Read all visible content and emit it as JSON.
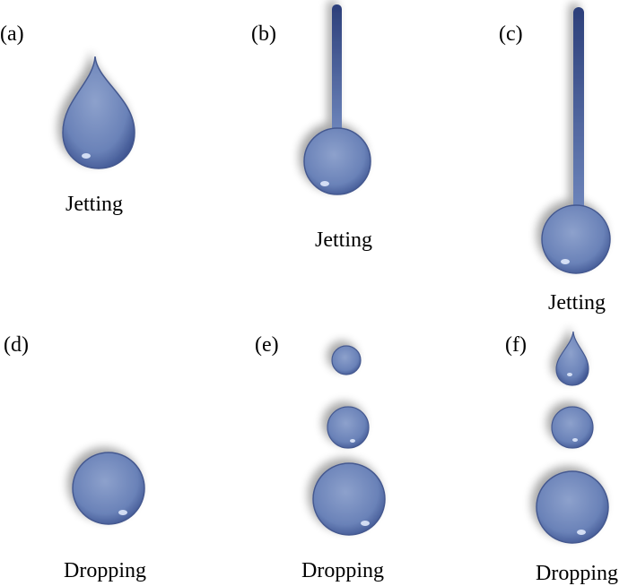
{
  "colors": {
    "drop": "#6f86b8",
    "drop_dark": "#3e5591",
    "highlight": "#e6eeff"
  },
  "panels": [
    {
      "label": "(a)",
      "caption": "Jetting"
    },
    {
      "label": "(b)",
      "caption": "Jetting"
    },
    {
      "label": "(c)",
      "caption": "Jetting"
    },
    {
      "label": "(d)",
      "caption": "Dropping"
    },
    {
      "label": "(e)",
      "caption": "Dropping"
    },
    {
      "label": "(f)",
      "caption": "Dropping"
    }
  ]
}
